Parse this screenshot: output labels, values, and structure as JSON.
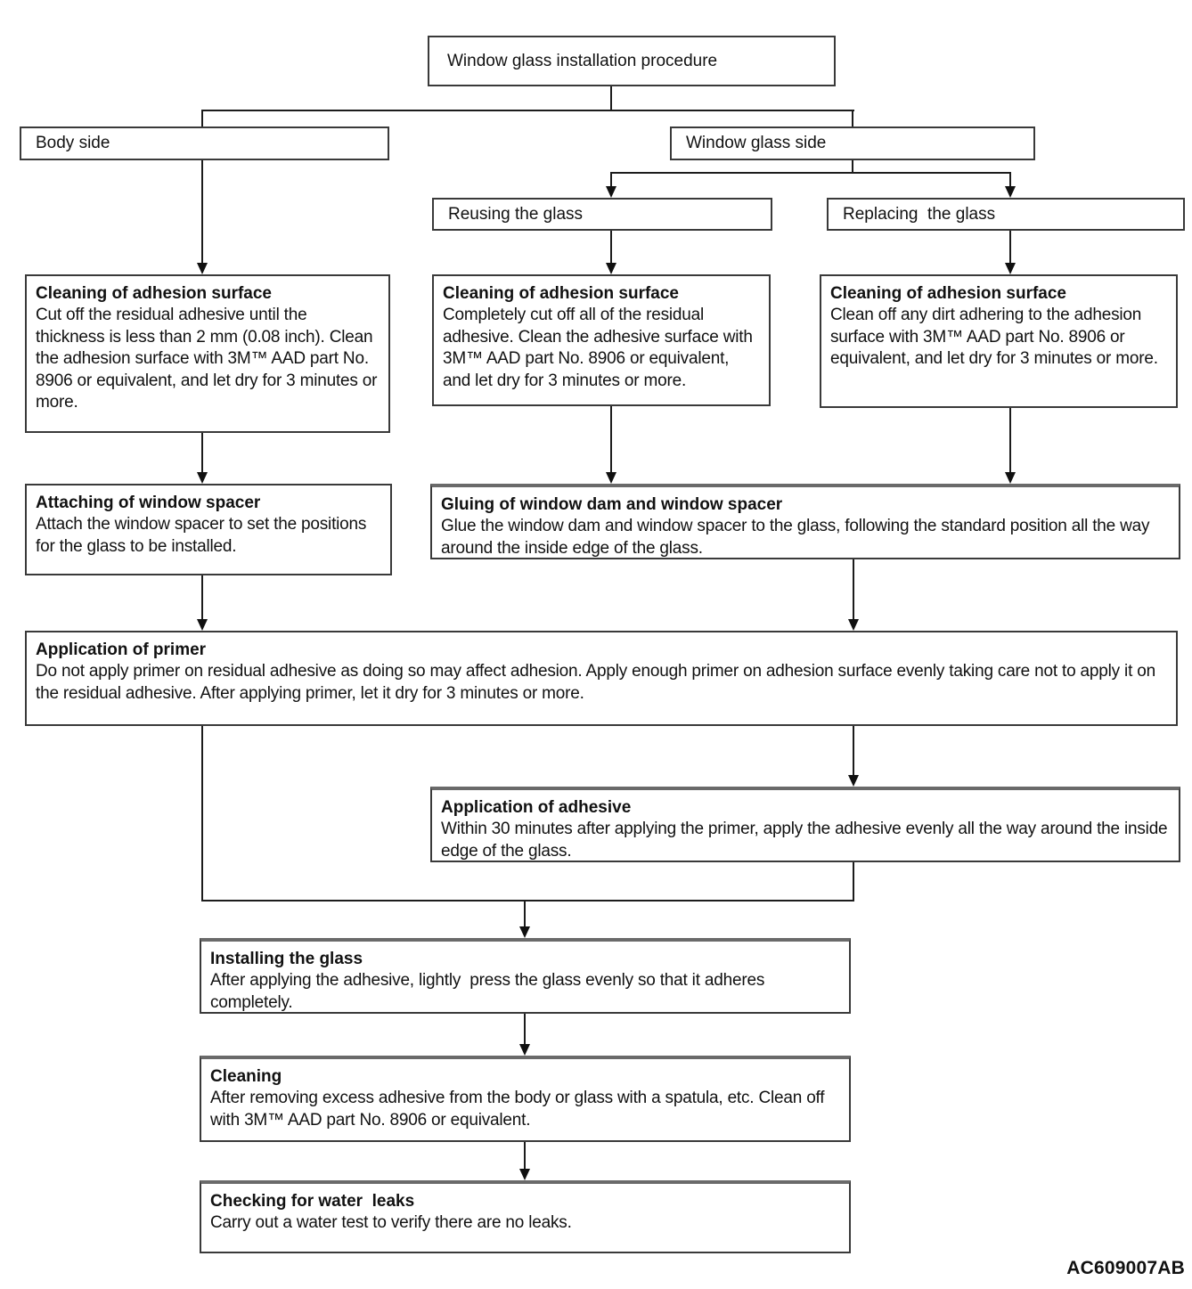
{
  "title": "Window glass installation procedure",
  "figure_code": "AC609007AB",
  "colors": {
    "background": "#ffffff",
    "box_border": "#3a3a3a",
    "heavy_border": "#6a6a6a",
    "line": "#1c1c1c",
    "text": "#111111"
  },
  "nodes": {
    "root": {
      "label": "Window glass installation procedure"
    },
    "body_side": {
      "label": "Body side"
    },
    "window_glass_side": {
      "label": "Window glass side"
    },
    "reusing": {
      "label": "Reusing the glass"
    },
    "replacing": {
      "label": "Replacing  the glass"
    },
    "cleaning_body": {
      "title": "Cleaning of adhesion surface",
      "body": "Cut off the residual adhesive until the thickness is less than 2 mm (0.08 inch). Clean the adhesion surface with 3M™ AAD part No. 8906 or equivalent, and let dry for 3 minutes or more."
    },
    "cleaning_reuse": {
      "title": "Cleaning of adhesion surface",
      "body": "Completely cut off all of the residual adhesive. Clean the adhesive surface with 3M™ AAD part No. 8906 or equivalent, and let dry for 3 minutes or more."
    },
    "cleaning_replace": {
      "title": "Cleaning of adhesion surface",
      "body": "Clean off any dirt adhering to the adhesion surface with 3M™ AAD part No. 8906 or equivalent, and let dry for 3 minutes or more."
    },
    "attaching_spacer": {
      "title": "Attaching of window spacer",
      "body": "Attach the window spacer to set the positions for the glass to be installed."
    },
    "gluing_dam": {
      "title": "Gluing of window dam and window spacer",
      "body": "Glue the window dam and window spacer to the glass, following the standard position all the way around the inside edge of the glass."
    },
    "primer": {
      "title": "Application of primer",
      "body": "Do not apply primer on residual adhesive as doing so may affect adhesion. Apply enough primer on adhesion surface evenly taking care not to apply it on the residual adhesive. After applying primer, let it dry for 3 minutes or more."
    },
    "adhesive": {
      "title": "Application of adhesive",
      "body": "Within 30 minutes after applying the primer, apply the adhesive evenly all the way around the inside edge of the glass."
    },
    "installing": {
      "title": "Installing the glass",
      "body": "After applying the adhesive, lightly  press the glass evenly so that it adheres completely."
    },
    "cleaning_final": {
      "title": "Cleaning",
      "body": "After removing excess adhesive from the body or glass with a spatula, etc. Clean off  with 3M™ AAD part No. 8906 or equivalent."
    },
    "water_leaks": {
      "title": "Checking for water  leaks",
      "body": "Carry out a water test to verify there are no leaks."
    }
  }
}
